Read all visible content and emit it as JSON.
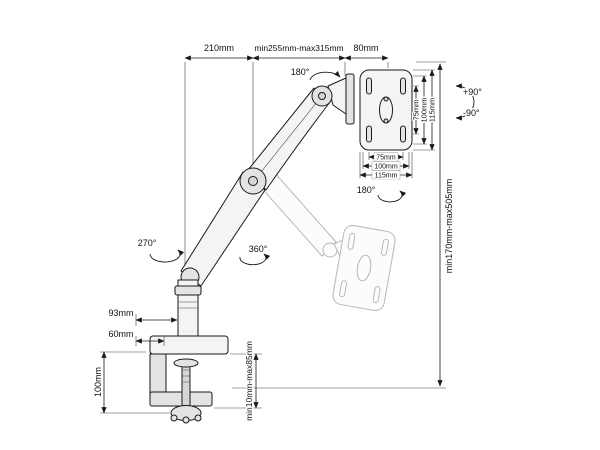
{
  "diagram": {
    "dimensions": {
      "top_left": "210mm",
      "top_mid": "min255mm-max315mm",
      "top_right": "80mm",
      "right_vertical": "min170mm-max505mm",
      "vesa_vertical": {
        "inner": "75mm",
        "mid": "100mm",
        "outer": "115mm"
      },
      "vesa_horizontal": {
        "inner": "75mm",
        "mid": "100mm",
        "outer": "115mm"
      },
      "dim_93": "93mm",
      "dim_60": "60mm",
      "clamp_height": "100mm",
      "clamp_range": "min10mm-max85mm"
    },
    "angles": {
      "head_swivel": "180°",
      "vesa_rotation": "180°",
      "tilt_up": "+90°",
      "tilt_down": "-90°",
      "shoulder_swivel": "270°",
      "elbow_swivel": "360°"
    },
    "colors": {
      "line": "#1a1a1a",
      "ghost": "#b8b8b8"
    }
  }
}
